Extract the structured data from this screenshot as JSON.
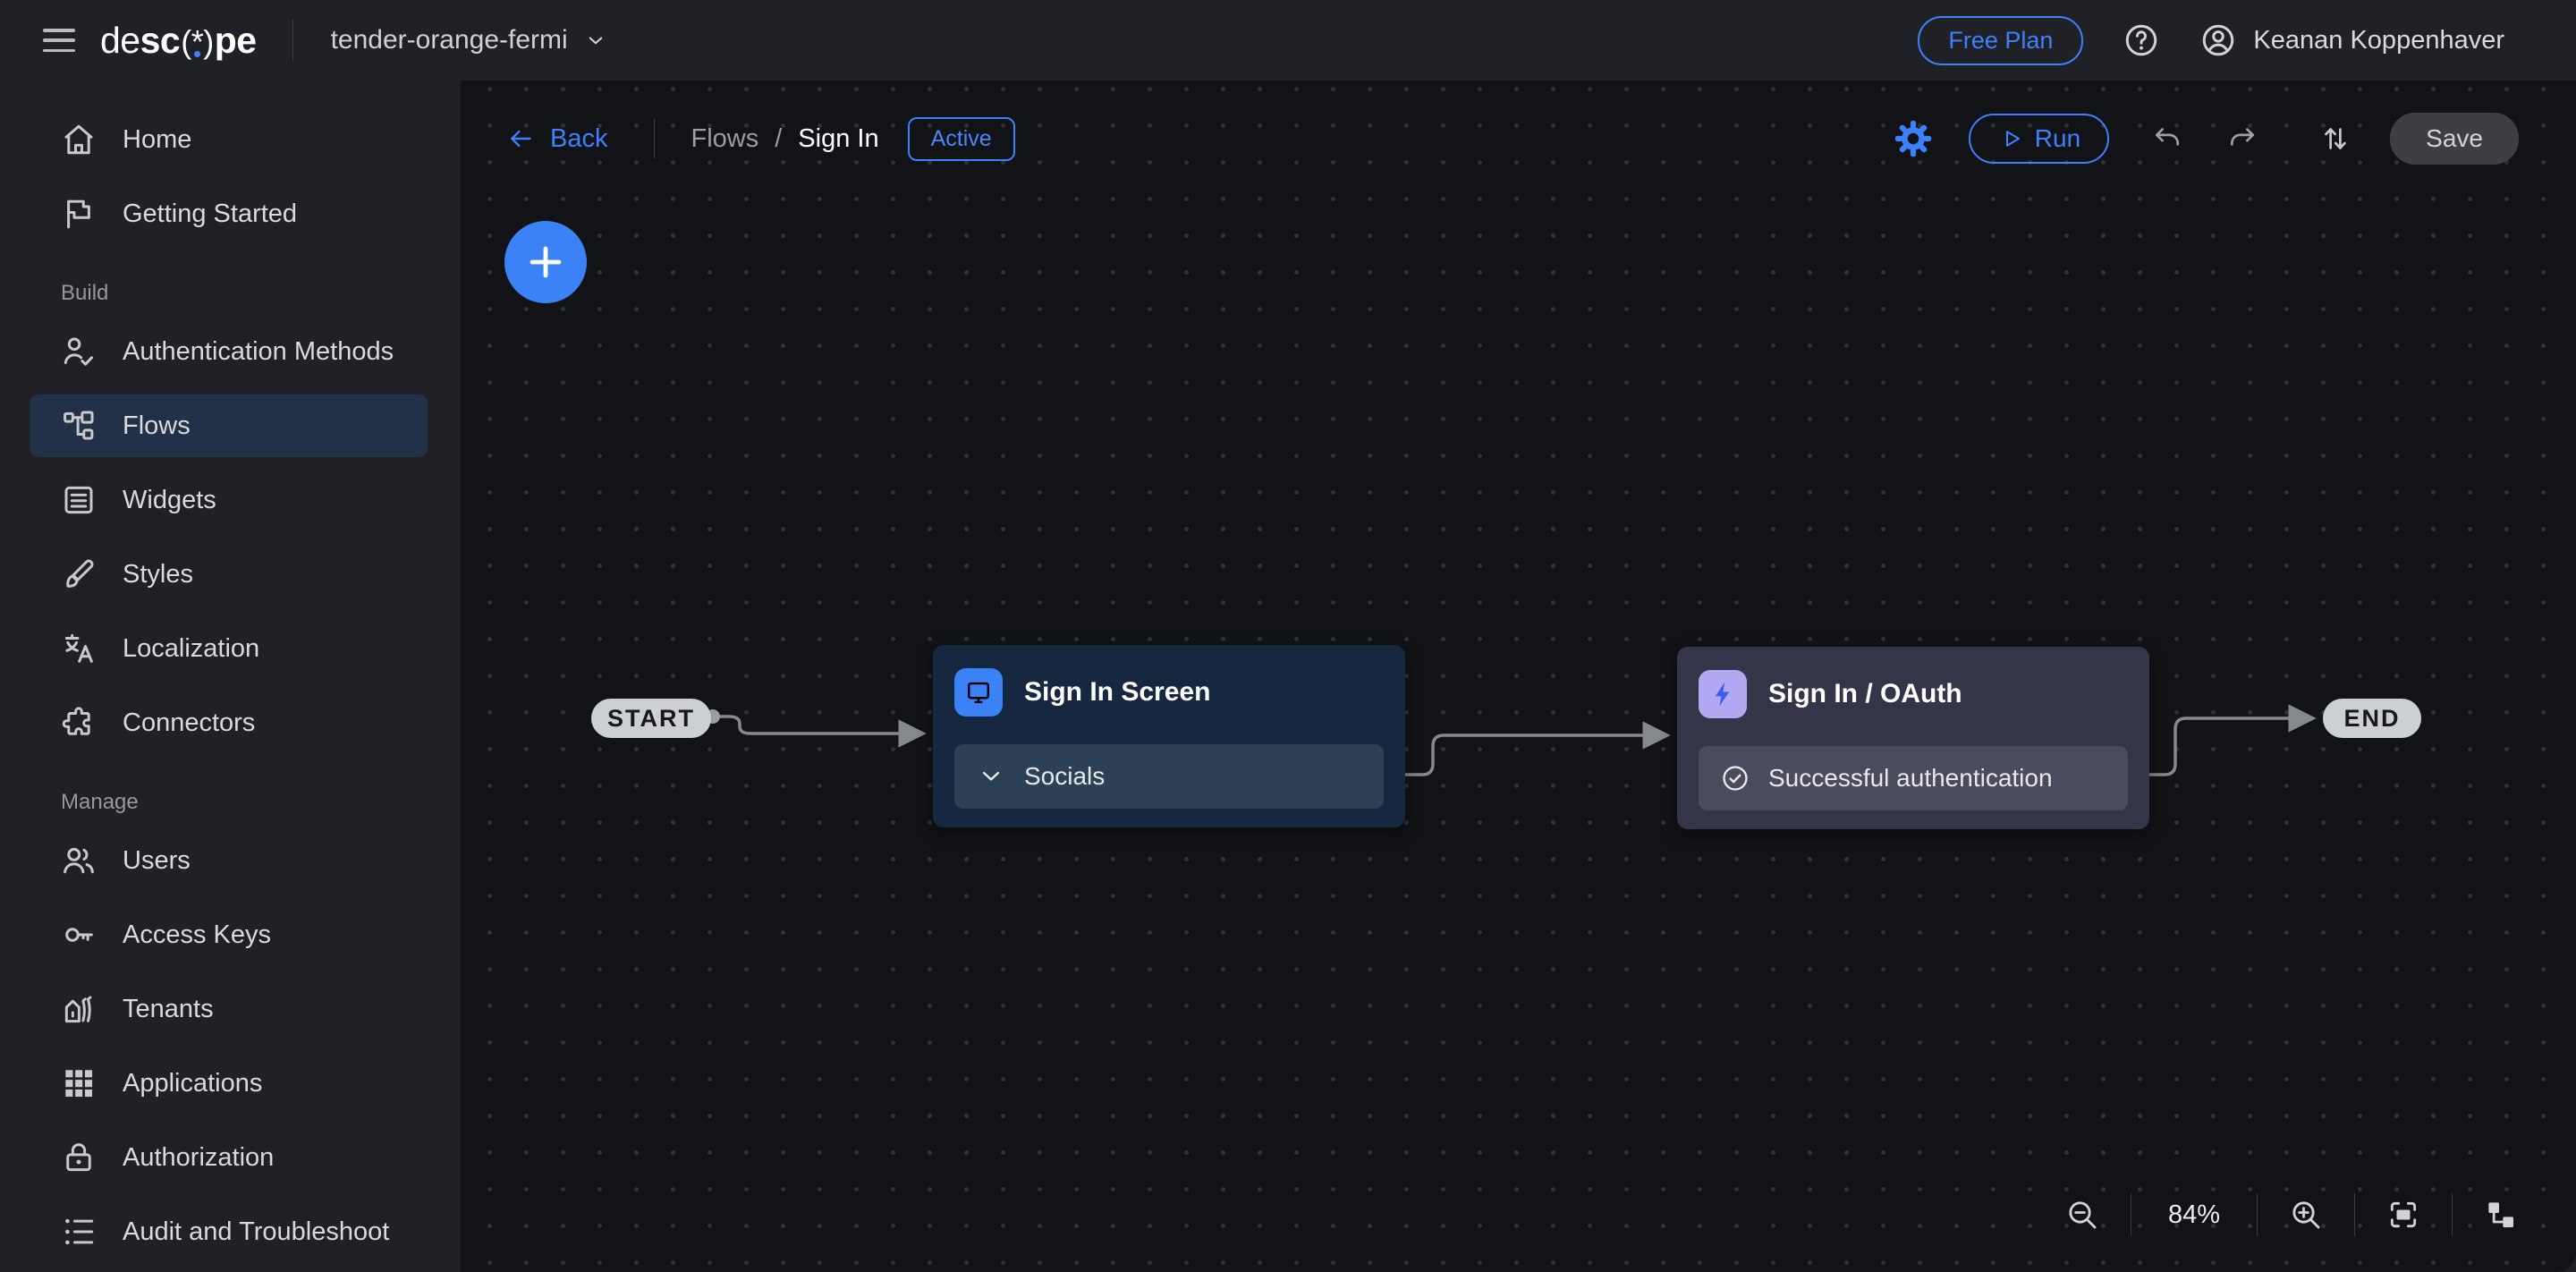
{
  "topbar": {
    "logo": {
      "prefix": "de",
      "mid": "sc",
      "glyph": "(*)",
      "suffix": "pe"
    },
    "project_name": "tender-orange-fermi",
    "plan_badge": "Free Plan",
    "user_name": "Keanan Koppenhaver"
  },
  "sidebar": {
    "sections": [
      {
        "label": "",
        "items": [
          {
            "label": "Home",
            "icon": "home-icon"
          },
          {
            "label": "Getting Started",
            "icon": "flag-icon"
          }
        ]
      },
      {
        "label": "Build",
        "items": [
          {
            "label": "Authentication Methods",
            "icon": "person-check-icon"
          },
          {
            "label": "Flows",
            "icon": "flow-icon",
            "selected": true
          },
          {
            "label": "Widgets",
            "icon": "widgets-icon"
          },
          {
            "label": "Styles",
            "icon": "brush-icon"
          },
          {
            "label": "Localization",
            "icon": "translate-icon"
          },
          {
            "label": "Connectors",
            "icon": "puzzle-icon"
          }
        ]
      },
      {
        "label": "Manage",
        "items": [
          {
            "label": "Users",
            "icon": "users-icon"
          },
          {
            "label": "Access Keys",
            "icon": "key-icon"
          },
          {
            "label": "Tenants",
            "icon": "tenants-icon"
          },
          {
            "label": "Applications",
            "icon": "apps-grid-icon"
          },
          {
            "label": "Authorization",
            "icon": "lock-icon"
          },
          {
            "label": "Audit and Troubleshoot",
            "icon": "audit-list-icon"
          }
        ]
      }
    ]
  },
  "canvas_header": {
    "back_label": "Back",
    "breadcrumb": {
      "parent": "Flows",
      "separator": "/",
      "current": "Sign In"
    },
    "status_badge": "Active",
    "run_label": "Run",
    "save_label": "Save"
  },
  "flow": {
    "start_label": "START",
    "end_label": "END",
    "nodes": [
      {
        "title": "Sign In Screen",
        "icon": "screen-icon",
        "rows": [
          {
            "label": "Socials",
            "icon": "chevron-down-icon"
          }
        ]
      },
      {
        "title": "Sign In / OAuth",
        "icon": "bolt-icon",
        "rows": [
          {
            "label": "Successful authentication",
            "icon": "check-circle-icon"
          }
        ]
      }
    ]
  },
  "zoombar": {
    "zoom_level": "84%"
  },
  "colors": {
    "accent": "#3e80fb",
    "edge": "#85888c",
    "node_screen_bg": "#15283f",
    "node_screen_row": "#2d4156",
    "node_screen_icon": "#3b82f6",
    "node_oauth_bg": "#35354a",
    "node_oauth_row": "#4b4b5e",
    "node_oauth_icon": "#b3a9f3",
    "bolt": "#3a5df0",
    "pill_bg": "#cdd0d3",
    "pill_text": "#17181b",
    "panel": "#202126",
    "canvas": "#121316",
    "selected_bg": "#223048"
  }
}
